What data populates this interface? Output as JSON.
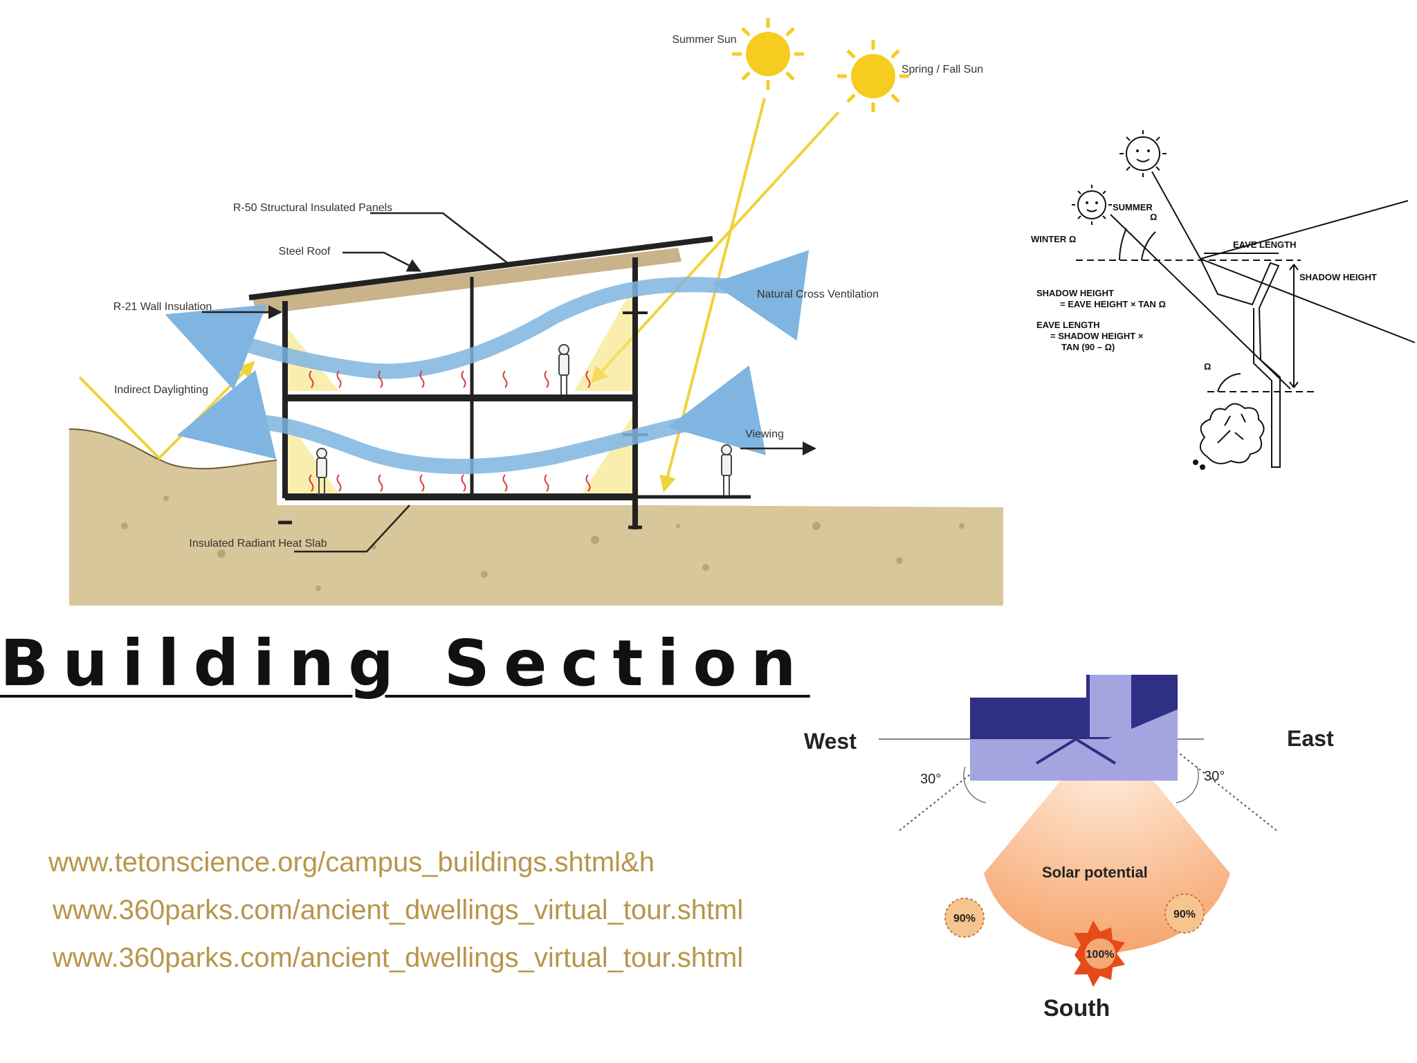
{
  "title": "Building Section",
  "section_diagram": {
    "summer_sun": "Summer Sun",
    "spring_fall_sun": "Spring / Fall Sun",
    "roof_panels": "R-50 Structural Insulated Panels",
    "steel_roof": "Steel Roof",
    "wall_insulation": "R-21 Wall Insulation",
    "cross_ventilation": "Natural Cross Ventilation",
    "indirect_daylighting": "Indirect Daylighting",
    "viewing": "Viewing",
    "heat_slab": "Insulated Radiant Heat Slab"
  },
  "eave_diagram": {
    "summer": "SUMMER",
    "summer_omega": "Ω",
    "winter": "WINTER Ω",
    "eave_length": "EAVE LENGTH",
    "shadow_height": "SHADOW HEIGHT",
    "formula_1a": "SHADOW HEIGHT",
    "formula_1b": "= EAVE HEIGHT × TAN Ω",
    "formula_2a": "EAVE LENGTH",
    "formula_2b": "= SHADOW HEIGHT ×",
    "formula_2c": "TAN (90 – Ω)",
    "omega": "Ω"
  },
  "orientation_diagram": {
    "west": "West",
    "east": "East",
    "angle_left": "30°",
    "angle_right": "30°",
    "solar_potential": "Solar potential",
    "left_pct": "90%",
    "right_pct": "90%",
    "center_pct": "100%",
    "south": "South"
  },
  "links": [
    "www.tetonscience.org/campus_buildings.shtml&h",
    "www.360parks.com/ancient_dwellings_virtual_tour.shtml",
    "www.360parks.com/ancient_dwellings_virtual_tour.shtml"
  ],
  "colors": {
    "ground": "#d8c79a",
    "sun": "#f6cc1e",
    "airflow": "#7fb5e0",
    "link": "#b8954a",
    "house_dark": "#2f2f86",
    "house_light": "#a4a4e0",
    "glow": "#f6a976"
  }
}
